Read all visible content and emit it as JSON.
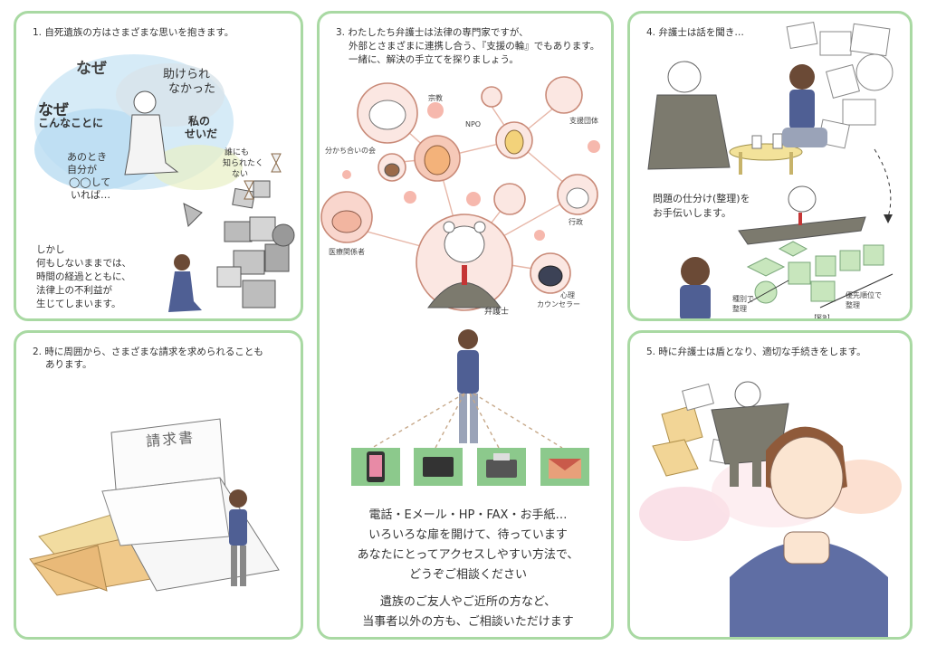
{
  "panel1": {
    "caption": "1.  自死遺族の方はさまざまな思いを抱きます。",
    "thoughts": {
      "naze1": "なぜ",
      "naze2": "なぜ",
      "konna": "こんなことに",
      "tasukerare1": "助けられ",
      "tasukerare2": "なかった",
      "watashi1": "私の",
      "watashi2": "せいだ",
      "anotoki": [
        "あのとき",
        "自分が",
        "◯◯して",
        "いれば…"
      ],
      "dare": [
        "誰にも",
        "知られたく",
        "ない"
      ]
    },
    "bottom": [
      "しかし",
      "何もしないままでは、",
      "時間の経過とともに、",
      "法律上の不利益が",
      "生じてしまいます。"
    ]
  },
  "panel2": {
    "caption1": "2.  時に周囲から、さまざまな請求を求められることも",
    "caption2": "あります。",
    "doc_title": "請求書"
  },
  "panel3": {
    "caption": [
      "3.  わたしたち弁護士は法律の専門家ですが、",
      "外部とさまざまに連携し合う、『支援の輪』でもあります。",
      "一緒に、解決の手立てを探りましょう。"
    ],
    "labels": {
      "religion": "宗教",
      "npo": "NPO",
      "support": "支援団体",
      "wakachiai": "分かち合いの会",
      "medical": "医療関係者",
      "gyosei": "行政",
      "psych1": "心理",
      "psych2": "カウンセラー",
      "lawyer": "弁護士"
    },
    "text1": [
      "電話・Eメール・HP・FAX・お手紙…",
      "いろいろな扉を開けて、待っています",
      "あなたにとってアクセスしやすい方法で、",
      "どうぞご相談ください"
    ],
    "text2": [
      "遺族のご友人やご近所の方など、",
      "当事者以外の方も、ご相談いただけます"
    ]
  },
  "panel4": {
    "caption": "4.  弁護士は話を聞き…",
    "mid": [
      "問題の仕分け(整理)を",
      "お手伝いします。"
    ],
    "shubetsu": [
      "種別で",
      "整理"
    ],
    "yusen": [
      "優先順位で",
      "整理"
    ],
    "kinkyu": "【緊急】"
  },
  "panel5": {
    "caption": "5.  時に弁護士は盾となり、適切な手続きをします。"
  },
  "colors": {
    "border": "#a9d9a3",
    "bear": "#ffffff",
    "suit": "#7c7a6e",
    "pink": "#f3b6b0",
    "device_bg": "#8cc98c"
  }
}
